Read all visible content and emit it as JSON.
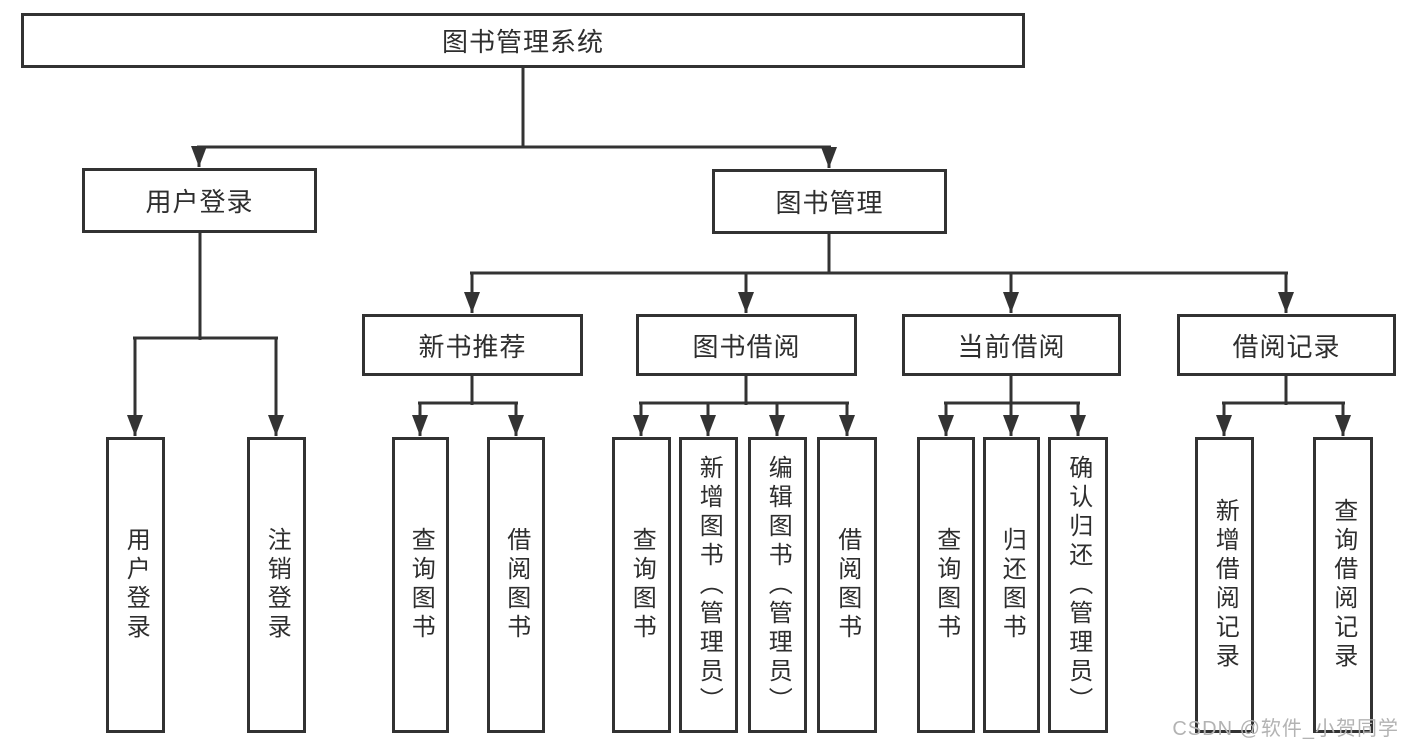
{
  "tree": {
    "root": "图书管理系统",
    "user_login": {
      "label": "用户登录",
      "leaves": [
        "用户登录",
        "注销登录"
      ]
    },
    "book_management": {
      "label": "图书管理",
      "groups": [
        {
          "label": "新书推荐",
          "leaves": [
            "查询图书",
            "借阅图书"
          ]
        },
        {
          "label": "图书借阅",
          "leaves": [
            "查询图书",
            "新增图书（管理员）",
            "编辑图书（管理员）",
            "借阅图书"
          ]
        },
        {
          "label": "当前借阅",
          "leaves": [
            "查询图书",
            "归还图书",
            "确认归还（管理员）"
          ]
        },
        {
          "label": "借阅记录",
          "leaves": [
            "新增借阅记录",
            "查询借阅记录"
          ]
        }
      ]
    }
  },
  "watermark": "CSDN @软件_小贺同学",
  "colors": {
    "line": "#333333",
    "box_border": "#323232",
    "text": "#2e2e2e",
    "background": "#ffffff",
    "watermark": "#b3b3b3"
  }
}
